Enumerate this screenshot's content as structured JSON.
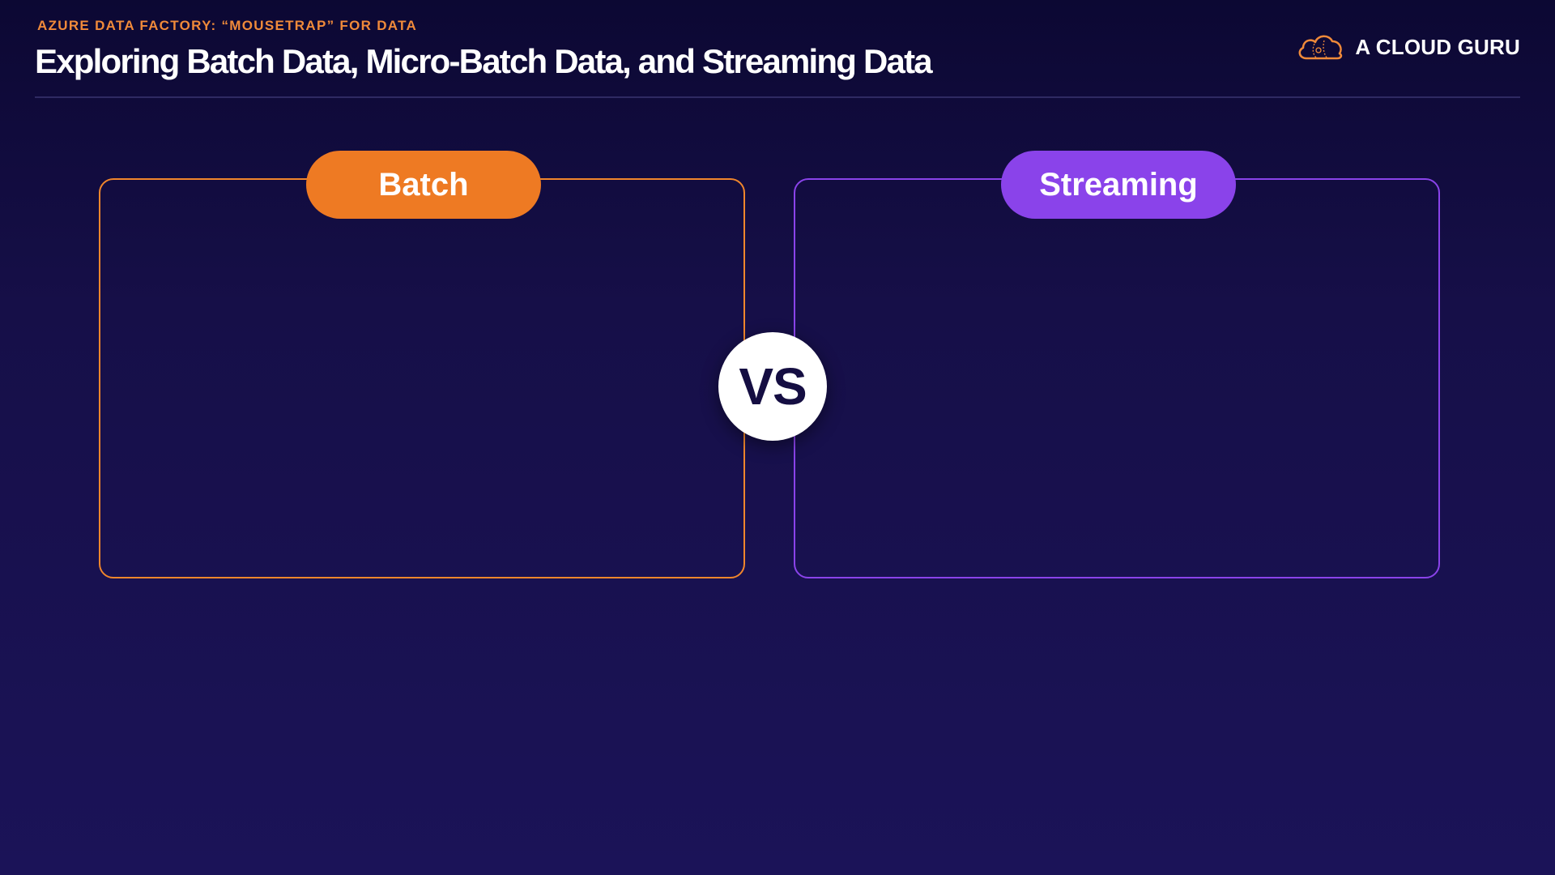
{
  "header": {
    "eyebrow": "AZURE DATA FACTORY: “MOUSETRAP” FOR DATA",
    "title": "Exploring Batch Data, Micro-Batch Data, and Streaming Data"
  },
  "logo": {
    "text": "A CLOUD GURU",
    "icon": "cloud-icon"
  },
  "comparison": {
    "left": {
      "label": "Batch"
    },
    "divider": "VS",
    "right": {
      "label": "Streaming"
    }
  },
  "colors": {
    "background": "#160f48",
    "accent_orange": "#ee7a23",
    "accent_purple": "#8a43ea",
    "text": "#ffffff",
    "vs_text": "#150e42"
  }
}
